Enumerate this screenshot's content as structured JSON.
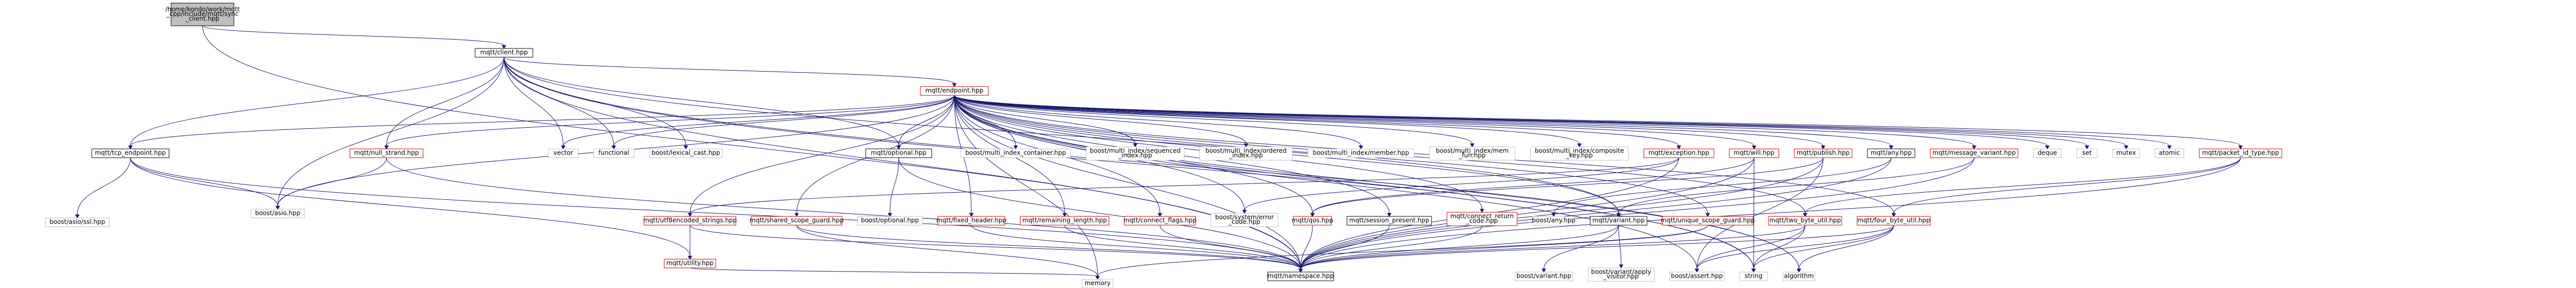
{
  "diagram": {
    "nodes": [
      {
        "id": "root",
        "style": "root",
        "lines": [
          "/home/kondo/work/mqtt",
          "_cpp/include/mqtt/sync",
          "_client.hpp"
        ]
      },
      {
        "id": "client",
        "style": "black",
        "lines": [
          "mqtt/client.hpp"
        ]
      },
      {
        "id": "endpoint",
        "style": "doc",
        "lines": [
          "mqtt/endpoint.hpp"
        ]
      },
      {
        "id": "tcp_endpoint",
        "style": "black",
        "lines": [
          "mqtt/tcp_endpoint.hpp"
        ]
      },
      {
        "id": "null_strand",
        "style": "doc",
        "lines": [
          "mqtt/null_strand.hpp"
        ]
      },
      {
        "id": "vector",
        "style": "plain",
        "lines": [
          "vector"
        ]
      },
      {
        "id": "functional",
        "style": "plain",
        "lines": [
          "functional"
        ]
      },
      {
        "id": "lexical_cast",
        "style": "plain",
        "lines": [
          "boost/lexical_cast.hpp"
        ]
      },
      {
        "id": "optional_mqtt",
        "style": "black",
        "lines": [
          "mqtt/optional.hpp"
        ]
      },
      {
        "id": "mi_container",
        "style": "plain",
        "lines": [
          "boost/multi_index_container.hpp"
        ]
      },
      {
        "id": "mi_sequenced",
        "style": "plain",
        "lines": [
          "boost/multi_index/sequenced",
          "_index.hpp"
        ]
      },
      {
        "id": "mi_ordered",
        "style": "plain",
        "lines": [
          "boost/multi_index/ordered",
          "_index.hpp"
        ]
      },
      {
        "id": "mi_member",
        "style": "plain",
        "lines": [
          "boost/multi_index/member.hpp"
        ]
      },
      {
        "id": "mi_mem_fun",
        "style": "plain",
        "lines": [
          "boost/multi_index/mem",
          "_fun.hpp"
        ]
      },
      {
        "id": "mi_composite",
        "style": "plain",
        "lines": [
          "boost/multi_index/composite",
          "_key.hpp"
        ]
      },
      {
        "id": "exception",
        "style": "doc",
        "lines": [
          "mqtt/exception.hpp"
        ]
      },
      {
        "id": "will",
        "style": "doc",
        "lines": [
          "mqtt/will.hpp"
        ]
      },
      {
        "id": "publish",
        "style": "doc",
        "lines": [
          "mqtt/publish.hpp"
        ]
      },
      {
        "id": "any_mqtt",
        "style": "black",
        "lines": [
          "mqtt/any.hpp"
        ]
      },
      {
        "id": "message_variant",
        "style": "doc",
        "lines": [
          "mqtt/message_variant.hpp"
        ]
      },
      {
        "id": "deque",
        "style": "plain",
        "lines": [
          "deque"
        ]
      },
      {
        "id": "set",
        "style": "plain",
        "lines": [
          "set"
        ]
      },
      {
        "id": "mutex",
        "style": "plain",
        "lines": [
          "mutex"
        ]
      },
      {
        "id": "atomic",
        "style": "plain",
        "lines": [
          "atomic"
        ]
      },
      {
        "id": "packet_id_type",
        "style": "doc",
        "lines": [
          "mqtt/packet_id_type.hpp"
        ]
      },
      {
        "id": "asio_ssl",
        "style": "plain",
        "lines": [
          "boost/asio/ssl.hpp"
        ]
      },
      {
        "id": "asio",
        "style": "plain",
        "lines": [
          "boost/asio.hpp"
        ]
      },
      {
        "id": "utf8",
        "style": "doc",
        "lines": [
          "mqtt/utf8encoded_strings.hpp"
        ]
      },
      {
        "id": "shared_scope_guard",
        "style": "doc",
        "lines": [
          "mqtt/shared_scope_guard.hpp"
        ]
      },
      {
        "id": "boost_optional",
        "style": "plain",
        "lines": [
          "boost/optional.hpp"
        ]
      },
      {
        "id": "fixed_header",
        "style": "doc",
        "lines": [
          "mqtt/fixed_header.hpp"
        ]
      },
      {
        "id": "remaining_length",
        "style": "doc",
        "lines": [
          "mqtt/remaining_length.hpp"
        ]
      },
      {
        "id": "connect_flags",
        "style": "doc",
        "lines": [
          "mqtt/connect_flags.hpp"
        ]
      },
      {
        "id": "system_error",
        "style": "plain",
        "lines": [
          "boost/system/error",
          "_code.hpp"
        ]
      },
      {
        "id": "qos",
        "style": "doc",
        "lines": [
          "mqtt/qos.hpp"
        ]
      },
      {
        "id": "session_present",
        "style": "black",
        "lines": [
          "mqtt/session_present.hpp"
        ]
      },
      {
        "id": "connect_return_code",
        "style": "doc",
        "lines": [
          "mqtt/connect_return",
          "_code.hpp"
        ]
      },
      {
        "id": "boost_any",
        "style": "plain",
        "lines": [
          "boost/any.hpp"
        ]
      },
      {
        "id": "variant_mqtt",
        "style": "black",
        "lines": [
          "mqtt/variant.hpp"
        ]
      },
      {
        "id": "unique_scope_guard",
        "style": "doc",
        "lines": [
          "mqtt/unique_scope_guard.hpp"
        ]
      },
      {
        "id": "two_byte_util",
        "style": "doc",
        "lines": [
          "mqtt/two_byte_util.hpp"
        ]
      },
      {
        "id": "four_byte_util",
        "style": "doc",
        "lines": [
          "mqtt/four_byte_util.hpp"
        ]
      },
      {
        "id": "algorithm",
        "style": "plain",
        "lines": [
          "algorithm"
        ]
      },
      {
        "id": "string",
        "style": "plain",
        "lines": [
          "string"
        ]
      },
      {
        "id": "utility",
        "style": "doc",
        "lines": [
          "mqtt/utility.hpp"
        ]
      },
      {
        "id": "namespace",
        "style": "black",
        "lines": [
          "mqtt/namespace.hpp"
        ]
      },
      {
        "id": "boost_variant",
        "style": "plain",
        "lines": [
          "boost/variant.hpp"
        ]
      },
      {
        "id": "variant_apply",
        "style": "plain",
        "lines": [
          "boost/variant/apply",
          "_visitor.hpp"
        ]
      },
      {
        "id": "boost_assert",
        "style": "plain",
        "lines": [
          "boost/assert.hpp"
        ]
      },
      {
        "id": "memory",
        "style": "plain",
        "lines": [
          "memory"
        ]
      }
    ],
    "edges": [
      [
        "root",
        "client"
      ],
      [
        "root",
        "namespace"
      ],
      [
        "client",
        "endpoint"
      ],
      [
        "client",
        "tcp_endpoint"
      ],
      [
        "client",
        "null_strand"
      ],
      [
        "client",
        "vector"
      ],
      [
        "client",
        "functional"
      ],
      [
        "client",
        "lexical_cast"
      ],
      [
        "client",
        "optional_mqtt"
      ],
      [
        "client",
        "asio"
      ],
      [
        "client",
        "namespace"
      ],
      [
        "client",
        "algorithm"
      ],
      [
        "client",
        "string"
      ],
      [
        "client",
        "variant_mqtt"
      ],
      [
        "endpoint",
        "tcp_endpoint"
      ],
      [
        "endpoint",
        "null_strand"
      ],
      [
        "endpoint",
        "vector"
      ],
      [
        "endpoint",
        "functional"
      ],
      [
        "endpoint",
        "optional_mqtt"
      ],
      [
        "endpoint",
        "mi_container"
      ],
      [
        "endpoint",
        "mi_sequenced"
      ],
      [
        "endpoint",
        "mi_ordered"
      ],
      [
        "endpoint",
        "mi_member"
      ],
      [
        "endpoint",
        "mi_mem_fun"
      ],
      [
        "endpoint",
        "mi_composite"
      ],
      [
        "endpoint",
        "exception"
      ],
      [
        "endpoint",
        "will"
      ],
      [
        "endpoint",
        "publish"
      ],
      [
        "endpoint",
        "any_mqtt"
      ],
      [
        "endpoint",
        "message_variant"
      ],
      [
        "endpoint",
        "deque"
      ],
      [
        "endpoint",
        "set"
      ],
      [
        "endpoint",
        "mutex"
      ],
      [
        "endpoint",
        "atomic"
      ],
      [
        "endpoint",
        "packet_id_type"
      ],
      [
        "endpoint",
        "asio"
      ],
      [
        "endpoint",
        "utf8"
      ],
      [
        "endpoint",
        "shared_scope_guard"
      ],
      [
        "endpoint",
        "fixed_header"
      ],
      [
        "endpoint",
        "remaining_length"
      ],
      [
        "endpoint",
        "connect_flags"
      ],
      [
        "endpoint",
        "system_error"
      ],
      [
        "endpoint",
        "qos"
      ],
      [
        "endpoint",
        "session_present"
      ],
      [
        "endpoint",
        "connect_return_code"
      ],
      [
        "endpoint",
        "variant_mqtt"
      ],
      [
        "endpoint",
        "unique_scope_guard"
      ],
      [
        "endpoint",
        "two_byte_util"
      ],
      [
        "endpoint",
        "four_byte_util"
      ],
      [
        "endpoint",
        "string"
      ],
      [
        "endpoint",
        "algorithm"
      ],
      [
        "endpoint",
        "boost_assert"
      ],
      [
        "endpoint",
        "namespace"
      ],
      [
        "endpoint",
        "memory"
      ],
      [
        "tcp_endpoint",
        "asio_ssl"
      ],
      [
        "tcp_endpoint",
        "asio"
      ],
      [
        "tcp_endpoint",
        "namespace"
      ],
      [
        "tcp_endpoint",
        "utility"
      ],
      [
        "null_strand",
        "asio"
      ],
      [
        "null_strand",
        "namespace"
      ],
      [
        "optional_mqtt",
        "boost_optional"
      ],
      [
        "optional_mqtt",
        "namespace"
      ],
      [
        "exception",
        "system_error"
      ],
      [
        "exception",
        "namespace"
      ],
      [
        "exception",
        "utf8"
      ],
      [
        "will",
        "qos"
      ],
      [
        "will",
        "namespace"
      ],
      [
        "will",
        "string"
      ],
      [
        "publish",
        "qos"
      ],
      [
        "publish",
        "namespace"
      ],
      [
        "publish",
        "boost_assert"
      ],
      [
        "any_mqtt",
        "boost_any"
      ],
      [
        "any_mqtt",
        "namespace"
      ],
      [
        "message_variant",
        "variant_mqtt"
      ],
      [
        "message_variant",
        "namespace"
      ],
      [
        "packet_id_type",
        "two_byte_util"
      ],
      [
        "packet_id_type",
        "four_byte_util"
      ],
      [
        "packet_id_type",
        "namespace"
      ],
      [
        "utf8",
        "utility"
      ],
      [
        "utf8",
        "namespace"
      ],
      [
        "shared_scope_guard",
        "namespace"
      ],
      [
        "shared_scope_guard",
        "memory"
      ],
      [
        "fixed_header",
        "namespace"
      ],
      [
        "remaining_length",
        "namespace"
      ],
      [
        "connect_flags",
        "namespace"
      ],
      [
        "qos",
        "namespace"
      ],
      [
        "session_present",
        "namespace"
      ],
      [
        "connect_return_code",
        "namespace"
      ],
      [
        "variant_mqtt",
        "boost_variant"
      ],
      [
        "variant_mqtt",
        "variant_apply"
      ],
      [
        "variant_mqtt",
        "namespace"
      ],
      [
        "unique_scope_guard",
        "namespace"
      ],
      [
        "unique_scope_guard",
        "memory"
      ],
      [
        "two_byte_util",
        "boost_assert"
      ],
      [
        "two_byte_util",
        "string"
      ],
      [
        "two_byte_util",
        "namespace"
      ],
      [
        "four_byte_util",
        "boost_assert"
      ],
      [
        "four_byte_util",
        "string"
      ],
      [
        "four_byte_util",
        "algorithm"
      ],
      [
        "four_byte_util",
        "namespace"
      ],
      [
        "utility",
        "memory"
      ]
    ]
  }
}
